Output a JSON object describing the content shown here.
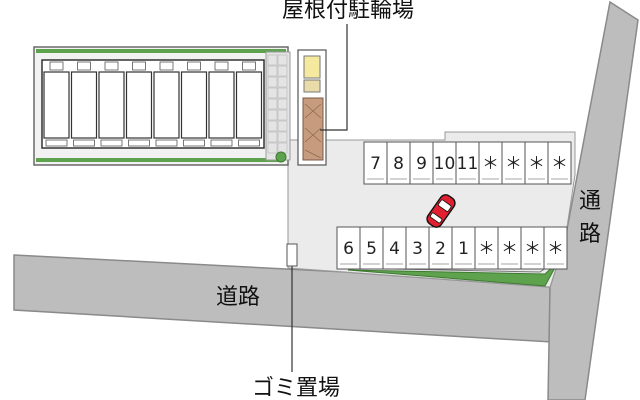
{
  "labels": {
    "covered_bike_parking": "屋根付駐輪場",
    "road_west": "道路",
    "road_east_chars": [
      "通",
      "路"
    ],
    "garbage_area": "ゴミ置場"
  },
  "parking": {
    "top_row": [
      "7",
      "8",
      "9",
      "10",
      "11",
      "＊",
      "＊",
      "＊",
      "＊"
    ],
    "bottom_row": [
      "6",
      "5",
      "4",
      "3",
      "2",
      "1",
      "＊",
      "＊",
      "＊",
      "＊"
    ]
  },
  "colors": {
    "road": "#bdbdbd",
    "road_edge": "#8a8a8a",
    "lot": "#ebebeb",
    "hedge": "#5fa24e",
    "bike_shed": "#c79b7e",
    "car": "#e02030",
    "leader_line": "#333333"
  }
}
